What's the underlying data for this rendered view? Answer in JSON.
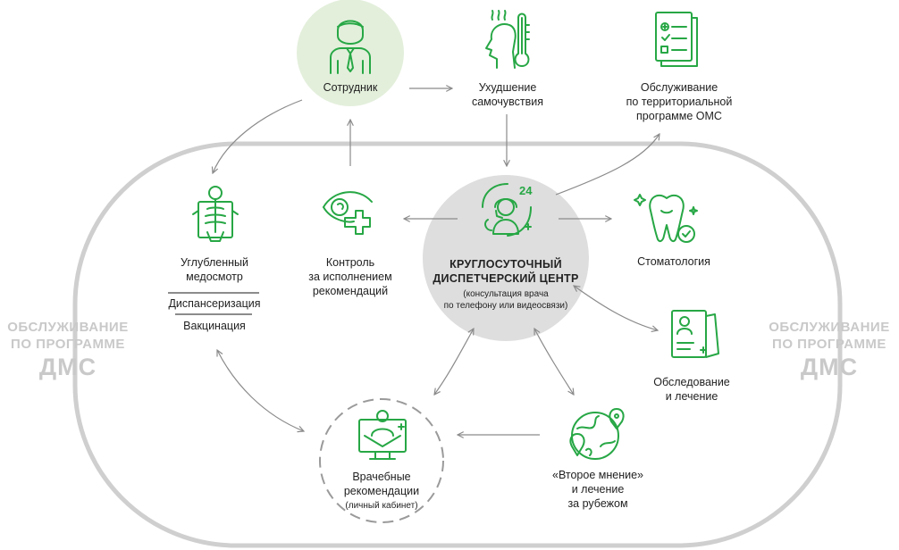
{
  "colors": {
    "accent": "#27a745",
    "employee_circle": "#e3efdb",
    "center_circle": "#dedede",
    "frame": "#cfcfcf",
    "dms_text": "#c9c9c9",
    "arrow": "#8a8a8a"
  },
  "employee": {
    "label": "Сотрудник",
    "icon": "person-with-tie-icon"
  },
  "symptoms": {
    "line1": "Ухудшение",
    "line2": "самочувствия",
    "icon": "head-thermometer-icon"
  },
  "oms": {
    "line1": "Обслуживание",
    "line2": "по территориальной",
    "line3": "программе ОМС",
    "icon": "medical-checklist-icon"
  },
  "checkup": {
    "line1": "Углубленный",
    "line2": "медосмотр",
    "item2": "Диспансеризация",
    "item3": "Вакцинация",
    "icon": "xray-skeleton-icon"
  },
  "control": {
    "line1": "Контроль",
    "line2": "за исполнением",
    "line3": "рекомендаций",
    "icon": "eye-medical-cross-icon"
  },
  "center": {
    "title1": "КРУГЛОСУТОЧНЫЙ",
    "title2": "ДИСПЕТЧЕРСКИЙ ЦЕНТР",
    "sub1": "(консультация врача",
    "sub2": "по телефону или видеосвязи)",
    "badge": "24",
    "icon": "operator-24-icon"
  },
  "dentistry": {
    "label": "Стоматология",
    "icon": "tooth-icon"
  },
  "exam": {
    "line1": "Обследование",
    "line2": "и лечение",
    "icon": "medical-folder-icon"
  },
  "recommendations": {
    "line1": "Врачебные",
    "line2": "рекомендации",
    "line3": "(личный кабинет)",
    "icon": "monitor-doctor-icon"
  },
  "second_opinion": {
    "line1": "«Второе мнение»",
    "line2": "и лечение",
    "line3": "за рубежом",
    "icon": "globe-pins-icon"
  },
  "dms_left": {
    "line1": "ОБСЛУЖИВАНИЕ",
    "line2": "ПО ПРОГРАММЕ",
    "line3": "ДМС"
  },
  "dms_right": {
    "line1": "ОБСЛУЖИВАНИЕ",
    "line2": "ПО ПРОГРАММЕ",
    "line3": "ДМС"
  }
}
